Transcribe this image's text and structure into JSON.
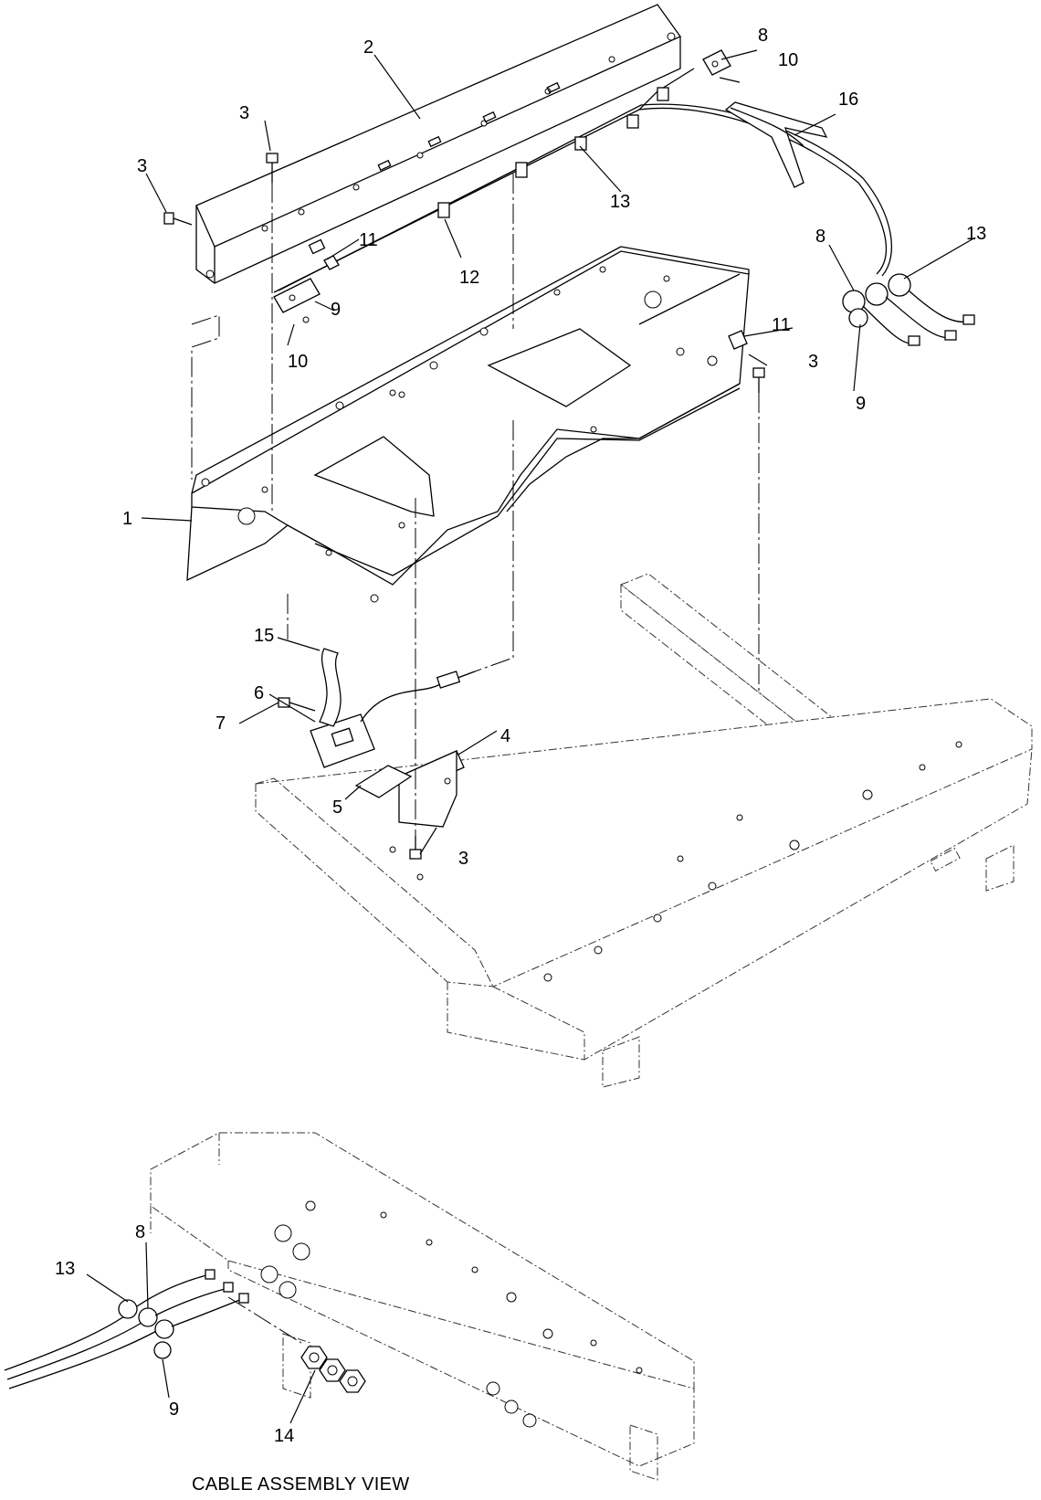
{
  "callouts": {
    "c1": "1",
    "c2": "2",
    "c3": "3",
    "c4": "4",
    "c5": "5",
    "c6": "6",
    "c7": "7",
    "c8": "8",
    "c9": "9",
    "c10": "10",
    "c11": "11",
    "c12": "12",
    "c13": "13",
    "c14": "14",
    "c15": "15",
    "c16": "16"
  },
  "caption": "CABLE ASSEMBLY VIEW"
}
